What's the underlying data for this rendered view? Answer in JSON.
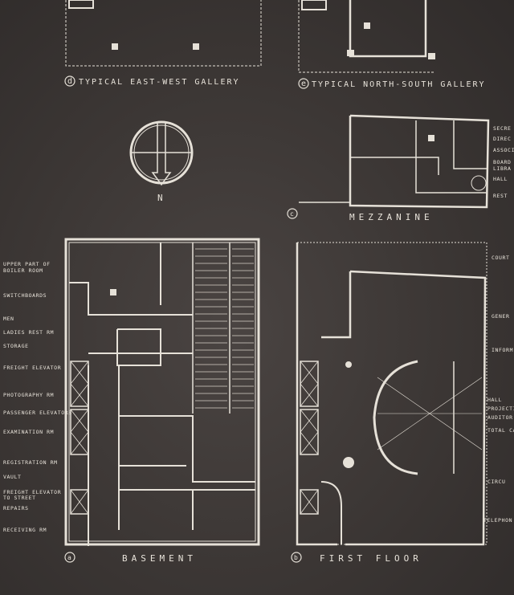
{
  "drawings": {
    "east_west_gallery": {
      "letter": "d",
      "title": "TYPICAL EAST-WEST GALLERY"
    },
    "north_south_gallery": {
      "letter": "e",
      "title": "TYPICAL NORTH-SOUTH GALLERY"
    },
    "mezzanine": {
      "letter": "c",
      "title": "MEZZANINE",
      "labels": [
        "SECRE",
        "DIREC",
        "ASSOCIA",
        "BOARD",
        "LIBRA",
        "HALL",
        "REST"
      ]
    },
    "basement": {
      "letter": "a",
      "title": "BASEMENT",
      "labels": [
        "UPPER PART OF",
        "BOILER ROOM",
        "SWITCHBOARDS",
        "MEN",
        "LADIES REST RM",
        "STORAGE",
        "FREIGHT ELEVATOR",
        "PHOTOGRAPHY RM",
        "PASSENGER ELEVATORS",
        "EXAMINATION RM",
        "REGISTRATION RM",
        "VAULT",
        "FREIGHT ELEVATOR",
        "TO STREET",
        "REPAIRS",
        "RECEIVING RM"
      ]
    },
    "first_floor": {
      "letter": "b",
      "title": "FIRST FLOOR",
      "labels": [
        "COURT",
        "GENER",
        "INFORM",
        "HALL",
        "PROJECTIO",
        "AUDITOR",
        "TOTAL CA",
        "CIRCU",
        "TELEPHON"
      ]
    },
    "north_arrow": {
      "label": "N"
    }
  }
}
